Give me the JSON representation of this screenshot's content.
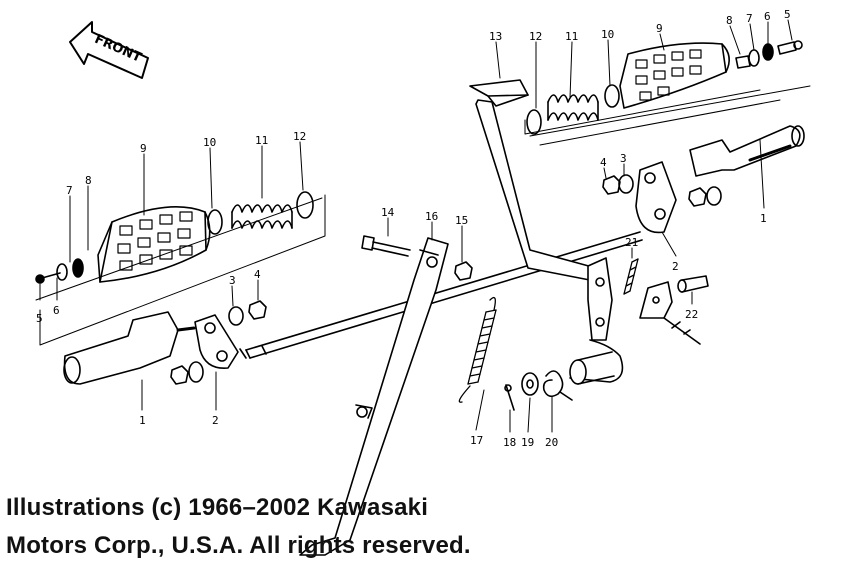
{
  "direction_label": "FRONT",
  "callouts": {
    "c1": "1",
    "c2": "2",
    "c3": "3",
    "c4": "4",
    "c5": "5",
    "c6": "6",
    "c7": "7",
    "c8": "8",
    "c9": "9",
    "c10": "10",
    "c11": "11",
    "c12": "12",
    "c13": "13",
    "c14": "14",
    "c15": "15",
    "c16": "16",
    "c17": "17",
    "c18": "18",
    "c19": "19",
    "c20": "20",
    "c21": "21",
    "c22": "22"
  },
  "copyright": {
    "line1": "Illustrations (c) 1966–2002 Kawasaki",
    "line2": "Motors Corp., U.S.A. All rights reserved."
  }
}
